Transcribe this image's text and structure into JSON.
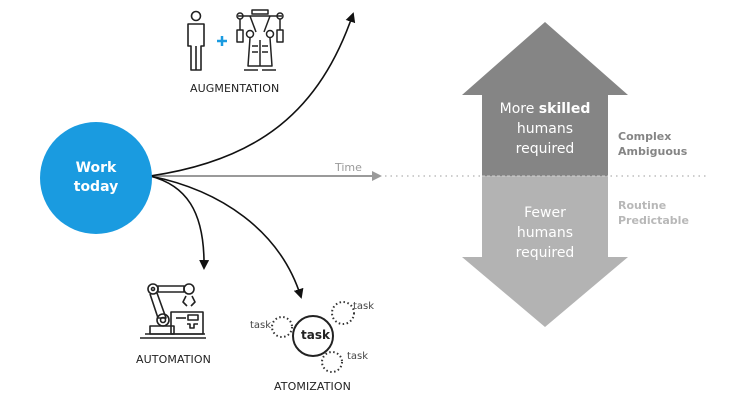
{
  "diagram": {
    "center_node": {
      "line1": "Work",
      "line2": "today"
    },
    "time_axis": {
      "label": "Time"
    },
    "branches": {
      "augmentation": {
        "label": "AUGMENTATION",
        "icon_left": "person-icon",
        "icon_plus": "plus-icon",
        "icon_right": "exoskeleton-icon"
      },
      "automation": {
        "label": "AUTOMATION",
        "icon": "robotic-arm-icon"
      },
      "atomization": {
        "label": "ATOMIZATION",
        "center_task": "task",
        "sub_tasks": [
          "task",
          "task",
          "task"
        ]
      }
    },
    "up_arrow": {
      "text_prefix": "More ",
      "text_bold": "skilled",
      "text_line2": "humans",
      "text_line3": "required",
      "side_label_line1": "Complex",
      "side_label_line2": "Ambiguous"
    },
    "down_arrow": {
      "text_line1": "Fewer",
      "text_line2": "humans",
      "text_line3": "required",
      "side_label_line1": "Routine",
      "side_label_line2": "Predictable"
    }
  },
  "colors": {
    "accent_blue": "#1a9be0",
    "up_arrow_gray": "#858585",
    "down_arrow_gray": "#b3b3b3",
    "complex_text": "#858585",
    "routine_text": "#b8b8b8",
    "time_gray": "#9a9a9a"
  }
}
